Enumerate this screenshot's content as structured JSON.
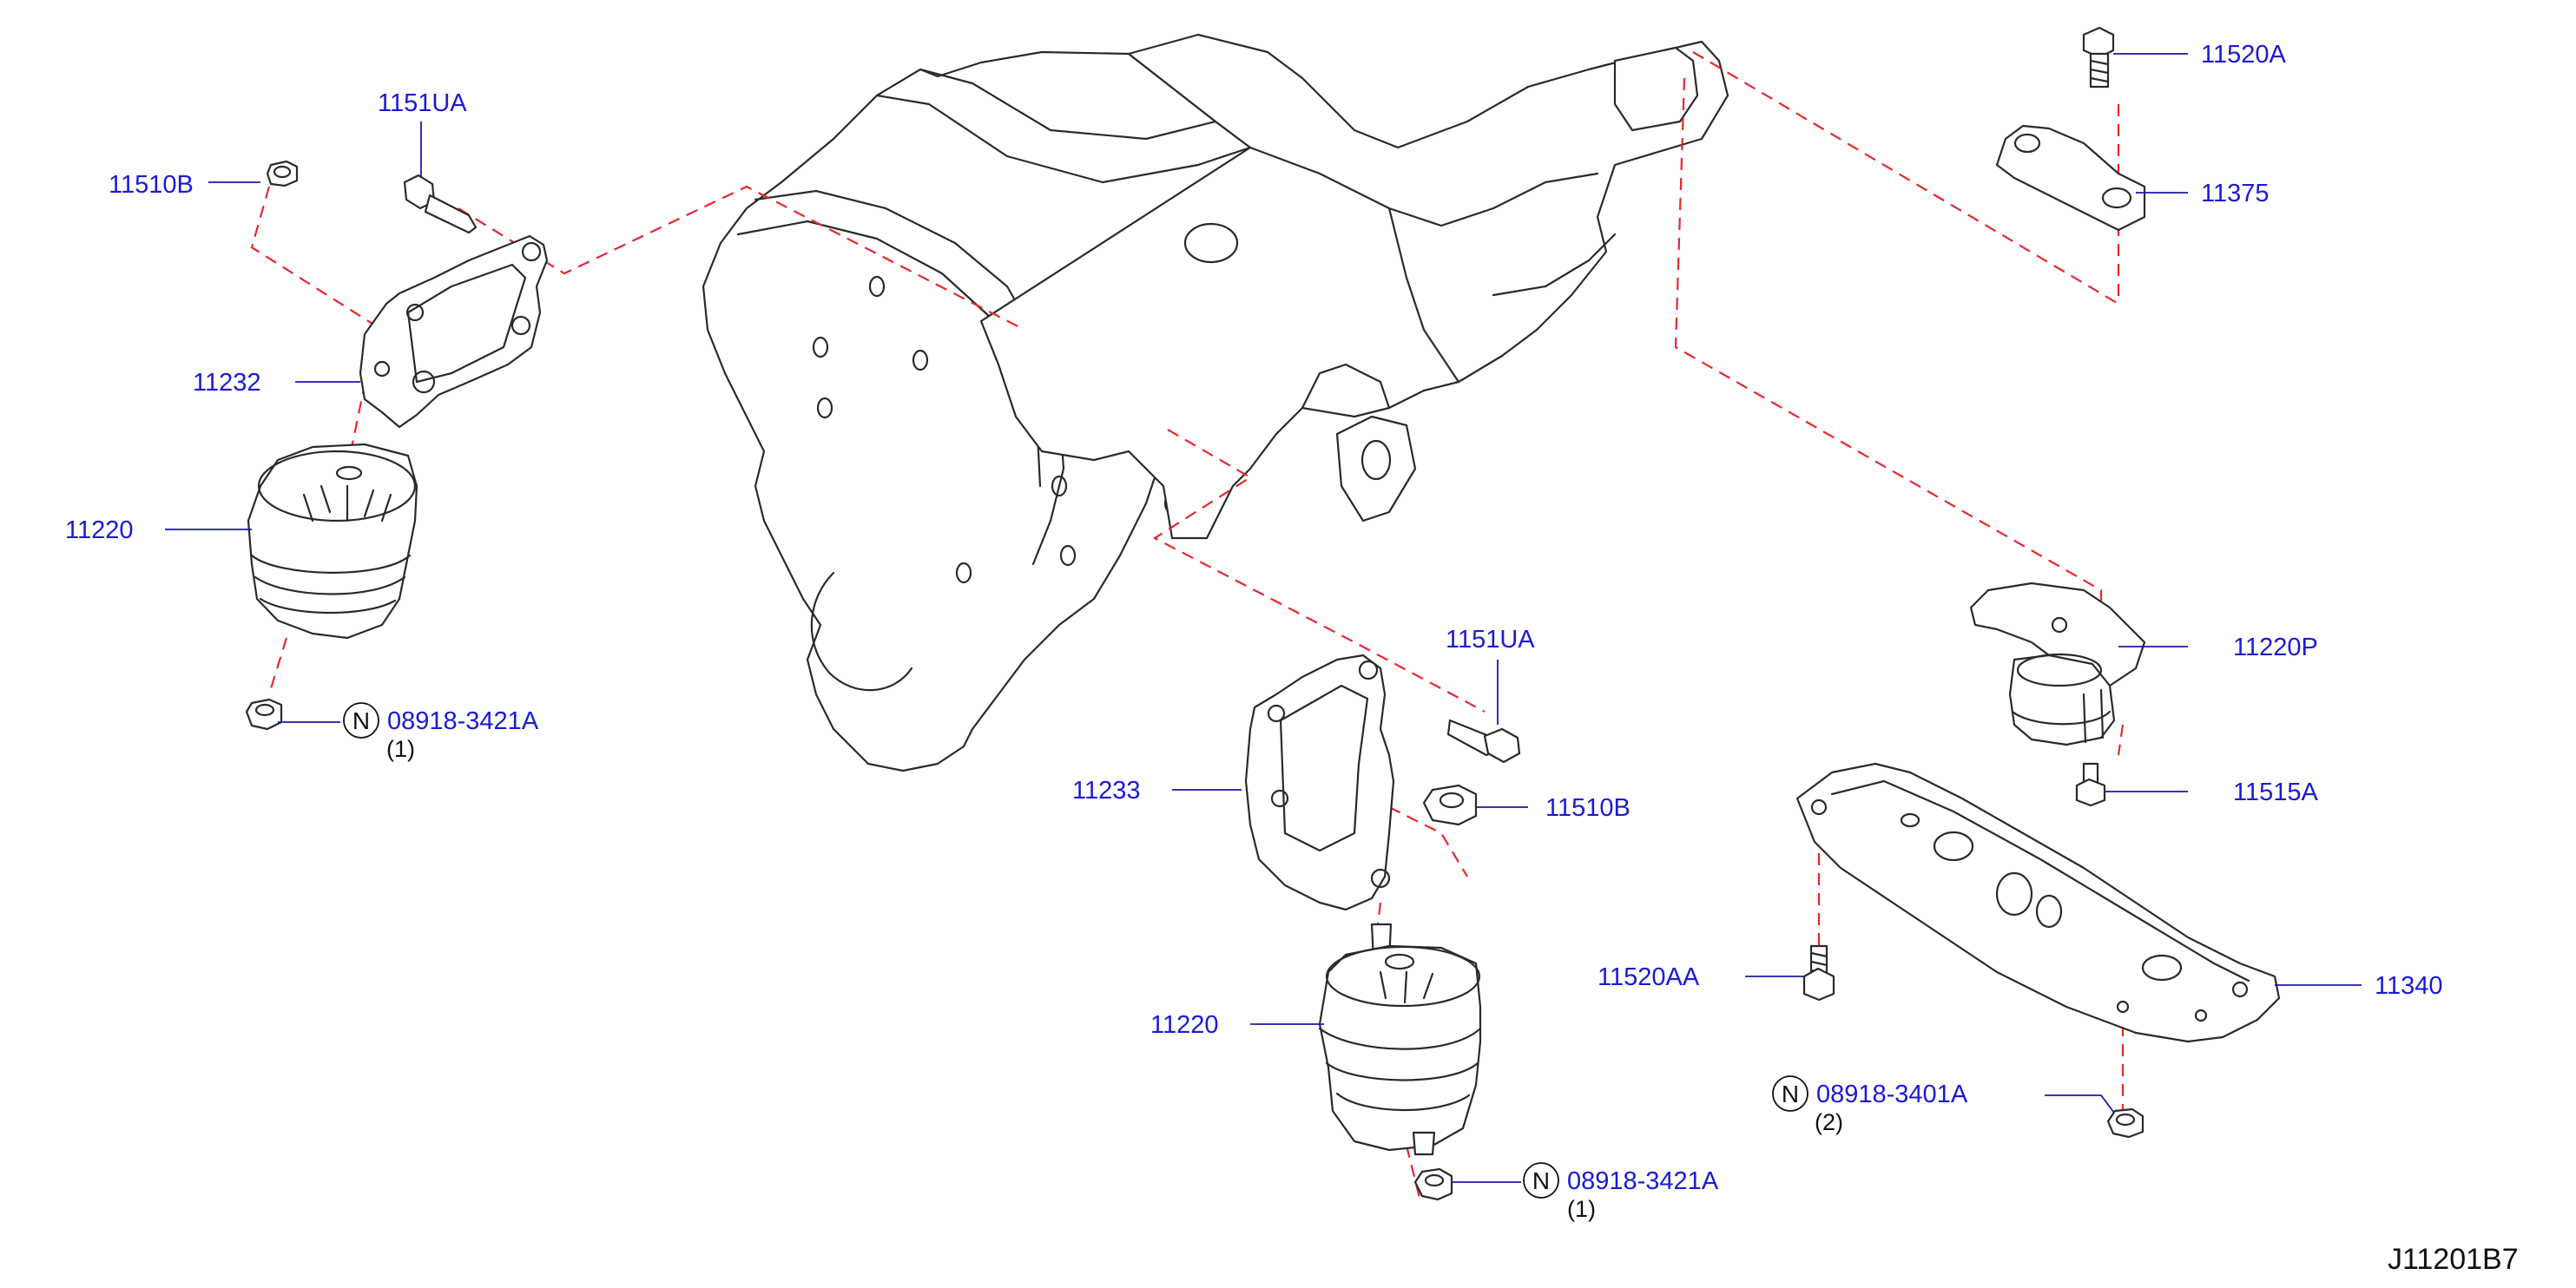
{
  "diagram_code": "J11201B7",
  "colors": {
    "part_number": "#1a1ad6",
    "dashed_line": "#e8262c",
    "outline": "#2a2a2a"
  },
  "callouts": [
    {
      "id": "c-11510B-left",
      "part": "11510B",
      "qty": ""
    },
    {
      "id": "c-1151UA-left",
      "part": "1151UA",
      "qty": ""
    },
    {
      "id": "c-11232",
      "part": "11232",
      "qty": ""
    },
    {
      "id": "c-11220-left",
      "part": "11220",
      "qty": ""
    },
    {
      "id": "c-08918-3421A-left",
      "part": "08918-3421A",
      "qty": "(1)",
      "badge": "N"
    },
    {
      "id": "c-11233",
      "part": "11233",
      "qty": ""
    },
    {
      "id": "c-1151UA-center",
      "part": "1151UA",
      "qty": ""
    },
    {
      "id": "c-11510B-center",
      "part": "11510B",
      "qty": ""
    },
    {
      "id": "c-11220-center",
      "part": "11220",
      "qty": ""
    },
    {
      "id": "c-08918-3421A-center",
      "part": "08918-3421A",
      "qty": "(1)",
      "badge": "N"
    },
    {
      "id": "c-11520A",
      "part": "11520A",
      "qty": ""
    },
    {
      "id": "c-11375",
      "part": "11375",
      "qty": ""
    },
    {
      "id": "c-11220P",
      "part": "11220P",
      "qty": ""
    },
    {
      "id": "c-11515A",
      "part": "11515A",
      "qty": ""
    },
    {
      "id": "c-11520AA",
      "part": "11520AA",
      "qty": ""
    },
    {
      "id": "c-11340",
      "part": "11340",
      "qty": ""
    },
    {
      "id": "c-08918-3401A",
      "part": "08918-3401A",
      "qty": "(2)",
      "badge": "N"
    }
  ]
}
